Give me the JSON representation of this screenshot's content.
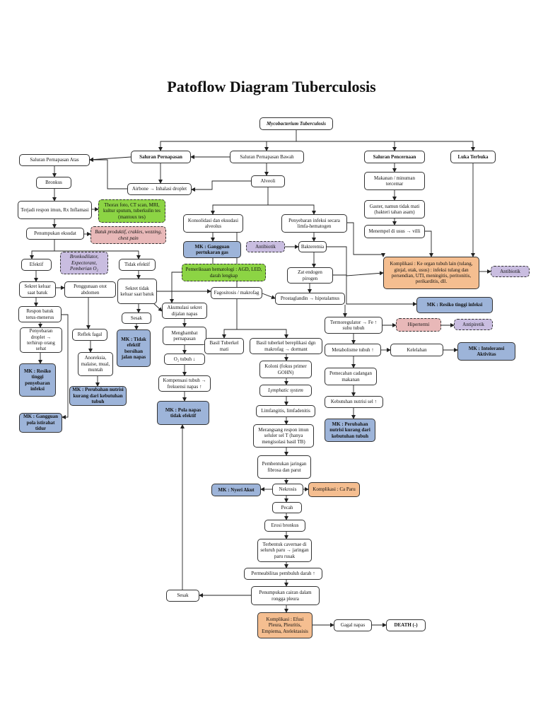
{
  "title": "Patoflow Diagram Tuberculosis",
  "nodes": {
    "n1": "Mycobacterium Tuberculosis",
    "n2": "Saluran Pernapasan",
    "n3": "Saluran Pernapasan Atas",
    "n4": "Saluran Pernapasan Bawah",
    "n5": "Saluran Pencernaan",
    "n6": "Luka Terbuka",
    "n7": "Bronkus",
    "n8": "Airbone → Inhalasi droplet",
    "n9": "Alveoli",
    "n10": "Makanan / minuman tercemar",
    "n11": "Terjadi respon imun, Rx Inflamasi",
    "n12": "Thorax foto, CT scan, MRI, kultur sputum, tuberkulin tes (mantoux tes)",
    "n13": "Gaster, namun tidak mati (bakteri tahan asam)",
    "n14": "Konsolidasi dan eksudasi alveolus",
    "n15": "Penyebaran infeksi secara limfa-hematogen",
    "n16": "Penumpukan eksudat",
    "n17": "Batuk produktif, crakles, wezzing, chest pain",
    "n18": "Menempel di usus → villi",
    "n19": "MK : Gangguan pertukaran gas",
    "n20": "Antibiotik",
    "n21": "Bakteremia",
    "n22": "Bronkodilator, Expectorant, Pemberian O₂",
    "n23": "Efektif",
    "n24": "Tidak efektif",
    "n25": "Pemeriksaan hematologi : AGD, LED, darah lengkap",
    "n26": "Komplikasi : Ke organ tubuh lain (tulang, ginjal, otak, usus) : infeksi tulang dan persendian, UTI, meningitis, peritonitis, perikarditis, dll.",
    "n27": "Antibiotik",
    "n28": "Zat endogen pirogen",
    "n29": "Sekret keluar saat batuk",
    "n30": "Penggunaan otot abdomen",
    "n31": "Sekret tidak keluar saat batuk",
    "n32": "Fagositosis / makrofag",
    "n33": "Prostaglandin → hipotalamus",
    "n34": "MK : Resiko tinggi infeksi",
    "n35": "Akumulasi sekret dijalan napas",
    "n36": "Respon batuk terus-menerus",
    "n37": "Sesak",
    "n38": "Termoregulator → Fe ↑ suhu tubuh",
    "n39": "Hipertermi",
    "n40": "Antipiretik",
    "n41": "Menghambat pernapasan",
    "n42": "Penyebaran droplet → terhirup orang sehat",
    "n43": "Reflek fagal",
    "n44": "MK : Tidak efektif bersihan jalan napas",
    "n45": "Basil Tuberkel mati",
    "n46": "Basil tuberkel bereplikasi dgn makrofag → dormant",
    "n47": "Metabolisme tubuh ↑",
    "n48": "Kelelahan",
    "n49": "MK : Intoleransi Aktivitas",
    "n50": "O₂ tubuh ↓",
    "n51": "Anoreksia, malaise, mual, muntah",
    "n52": "Koloni (fokus primer GOHN)",
    "n53": "Pemecahan cadangan makanan",
    "n54": "MK : Resiko tinggi penyebaran infeksi",
    "n55": "Kompensasi tubuh → frekuensi napas ↑",
    "n56": "Lymphatic system",
    "n57": "MK : Perubahan nutrisi kurang dari kebutuhan tubuh",
    "n58": "Kebutuhan nutrisi sel ↑",
    "n59": "MK : Pola napas tidak efektif",
    "n60": "Limfangitis, limfadenitis",
    "n61": "MK : Gangguan pola istirahat tidur",
    "n62": "MK : Perubahan nutrisi kurang dari kebutuhan tubuh",
    "n63": "Merangsang respon imun seluler sel T (hanya mengisolasi basil TB)",
    "n64": "Pembentukan jaringan fibrosa dan parut",
    "n65": "MK : Nyeri Akut",
    "n66": "Nekrosis",
    "n67": "Komplikasi : Ca Paru",
    "n68": "Pecah",
    "n69": "Erosi bronkus",
    "n70": "Terbentuk cavernae di seluruh paru → jaringan paru rusak",
    "n71": "Permeabilitas pembuluh darah ↑",
    "n72": "Sesak",
    "n73": "Penumpukan cairan dalam rongga pleura",
    "n74": "Komplikasi : Efusi Pleura, Pleuritis, Empiema, Atelektasisis",
    "n75": "Gagal napas",
    "n76": "DEATH (-)"
  }
}
